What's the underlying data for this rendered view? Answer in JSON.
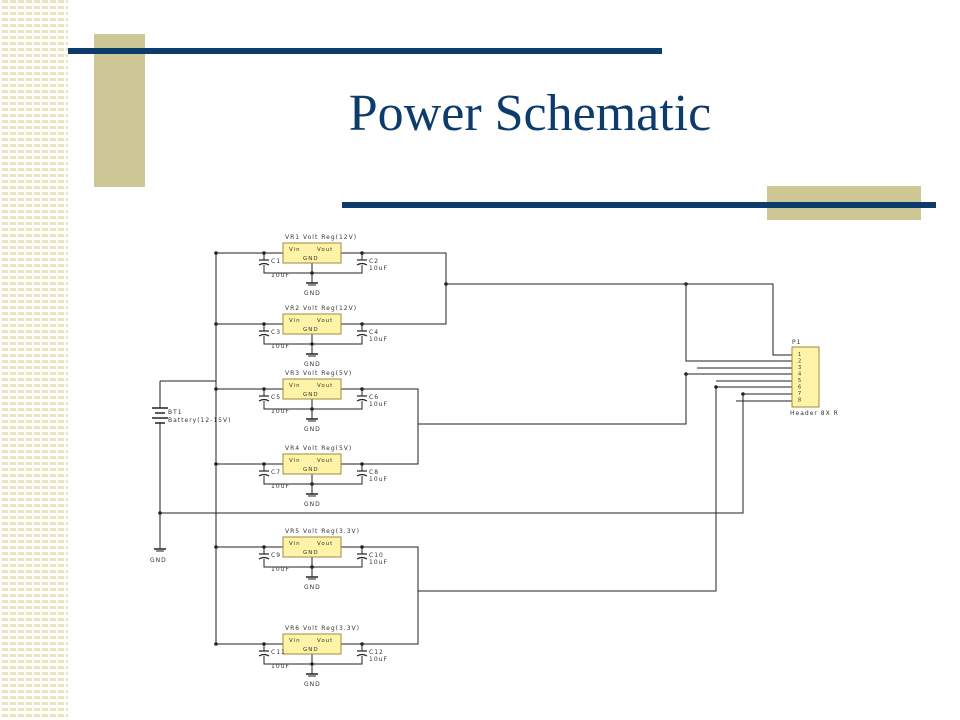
{
  "slide": {
    "title": "Power Schematic",
    "colors": {
      "title": "#0d3b6b",
      "accent_block": "#cdc795",
      "bar": "#0d3b6b",
      "regulator_fill": "#fff3a8"
    }
  },
  "schematic": {
    "regulators": [
      {
        "ref": "VR1",
        "label": "VR1  Volt Reg(12V)",
        "vin": "Vin",
        "vout": "Vout",
        "gnd": "GND",
        "cin": "C1",
        "cin_val": "10uF",
        "cout": "C2",
        "cout_val": "10uF",
        "gnd_label": "GND"
      },
      {
        "ref": "VR2",
        "label": "VR2  Volt Reg(12V)",
        "vin": "Vin",
        "vout": "Vout",
        "gnd": "GND",
        "cin": "C3",
        "cin_val": "10uF",
        "cout": "C4",
        "cout_val": "10uF",
        "gnd_label": "GND"
      },
      {
        "ref": "VR3",
        "label": "VR3  Volt Reg(5V)",
        "vin": "Vin",
        "vout": "Vout",
        "gnd": "GND",
        "cin": "C5",
        "cin_val": "10uF",
        "cout": "C6",
        "cout_val": "10uF",
        "gnd_label": "GND"
      },
      {
        "ref": "VR4",
        "label": "VR4  Volt Reg(5V)",
        "vin": "Vin",
        "vout": "Vout",
        "gnd": "GND",
        "cin": "C7",
        "cin_val": "10uF",
        "cout": "C8",
        "cout_val": "10uF",
        "gnd_label": "GND"
      },
      {
        "ref": "VR5",
        "label": "VR5  Volt Reg(3.3V)",
        "vin": "Vin",
        "vout": "Vout",
        "gnd": "GND",
        "cin": "C9",
        "cin_val": "10uF",
        "cout": "C10",
        "cout_val": "10uF",
        "gnd_label": "GND"
      },
      {
        "ref": "VR6",
        "label": "VR6  Volt Reg(3.3V)",
        "vin": "Vin",
        "vout": "Vout",
        "gnd": "GND",
        "cin": "C11",
        "cin_val": "10uF",
        "cout": "C12",
        "cout_val": "10uF",
        "gnd_label": "GND"
      }
    ],
    "battery": {
      "ref": "BT1",
      "label": "Battery(12-15V)",
      "gnd": "GND"
    },
    "connector": {
      "ref": "P1",
      "pins": [
        "1",
        "2",
        "3",
        "4",
        "5",
        "6",
        "7",
        "8"
      ],
      "label": "Header 8X R"
    }
  }
}
